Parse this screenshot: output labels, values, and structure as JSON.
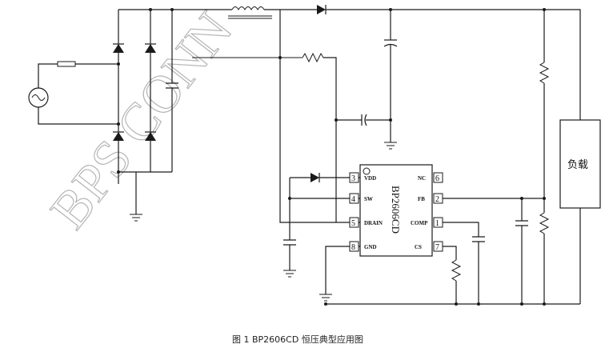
{
  "watermark": "BPS CONN",
  "chip": {
    "name": "BP2606CD",
    "pins": [
      {
        "num": "3",
        "name": "VDD"
      },
      {
        "num": "4",
        "name": "SW"
      },
      {
        "num": "5",
        "name": "DRAIN"
      },
      {
        "num": "8",
        "name": "GND"
      },
      {
        "num": "6",
        "name": "NC"
      },
      {
        "num": "2",
        "name": "FB"
      },
      {
        "num": "1",
        "name": "COMP"
      },
      {
        "num": "7",
        "name": "CS"
      }
    ]
  },
  "load_label": "负载",
  "caption": "图 1 BP2606CD 恒压典型应用图"
}
